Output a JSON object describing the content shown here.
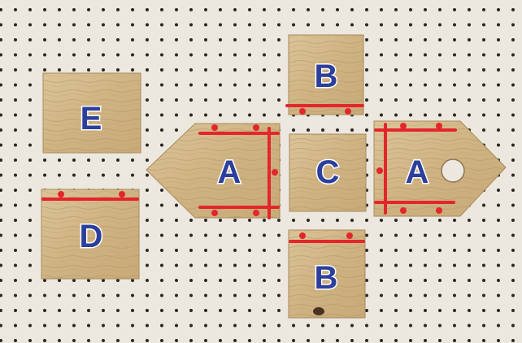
{
  "pieces": {
    "e_label": "E",
    "d_label": "D",
    "a_left_label": "A",
    "c_label": "C",
    "a_right_label": "A",
    "b_top_label": "B",
    "b_bottom_label": "B"
  },
  "colors": {
    "pegboard": "#ece7df",
    "peg_hole": "#2b2724",
    "wood": "#d2b887",
    "wood_grain": "#b39563",
    "guide_line": "#e3262c",
    "label_fill": "#2c3f9c",
    "label_outline": "#ffffff"
  }
}
